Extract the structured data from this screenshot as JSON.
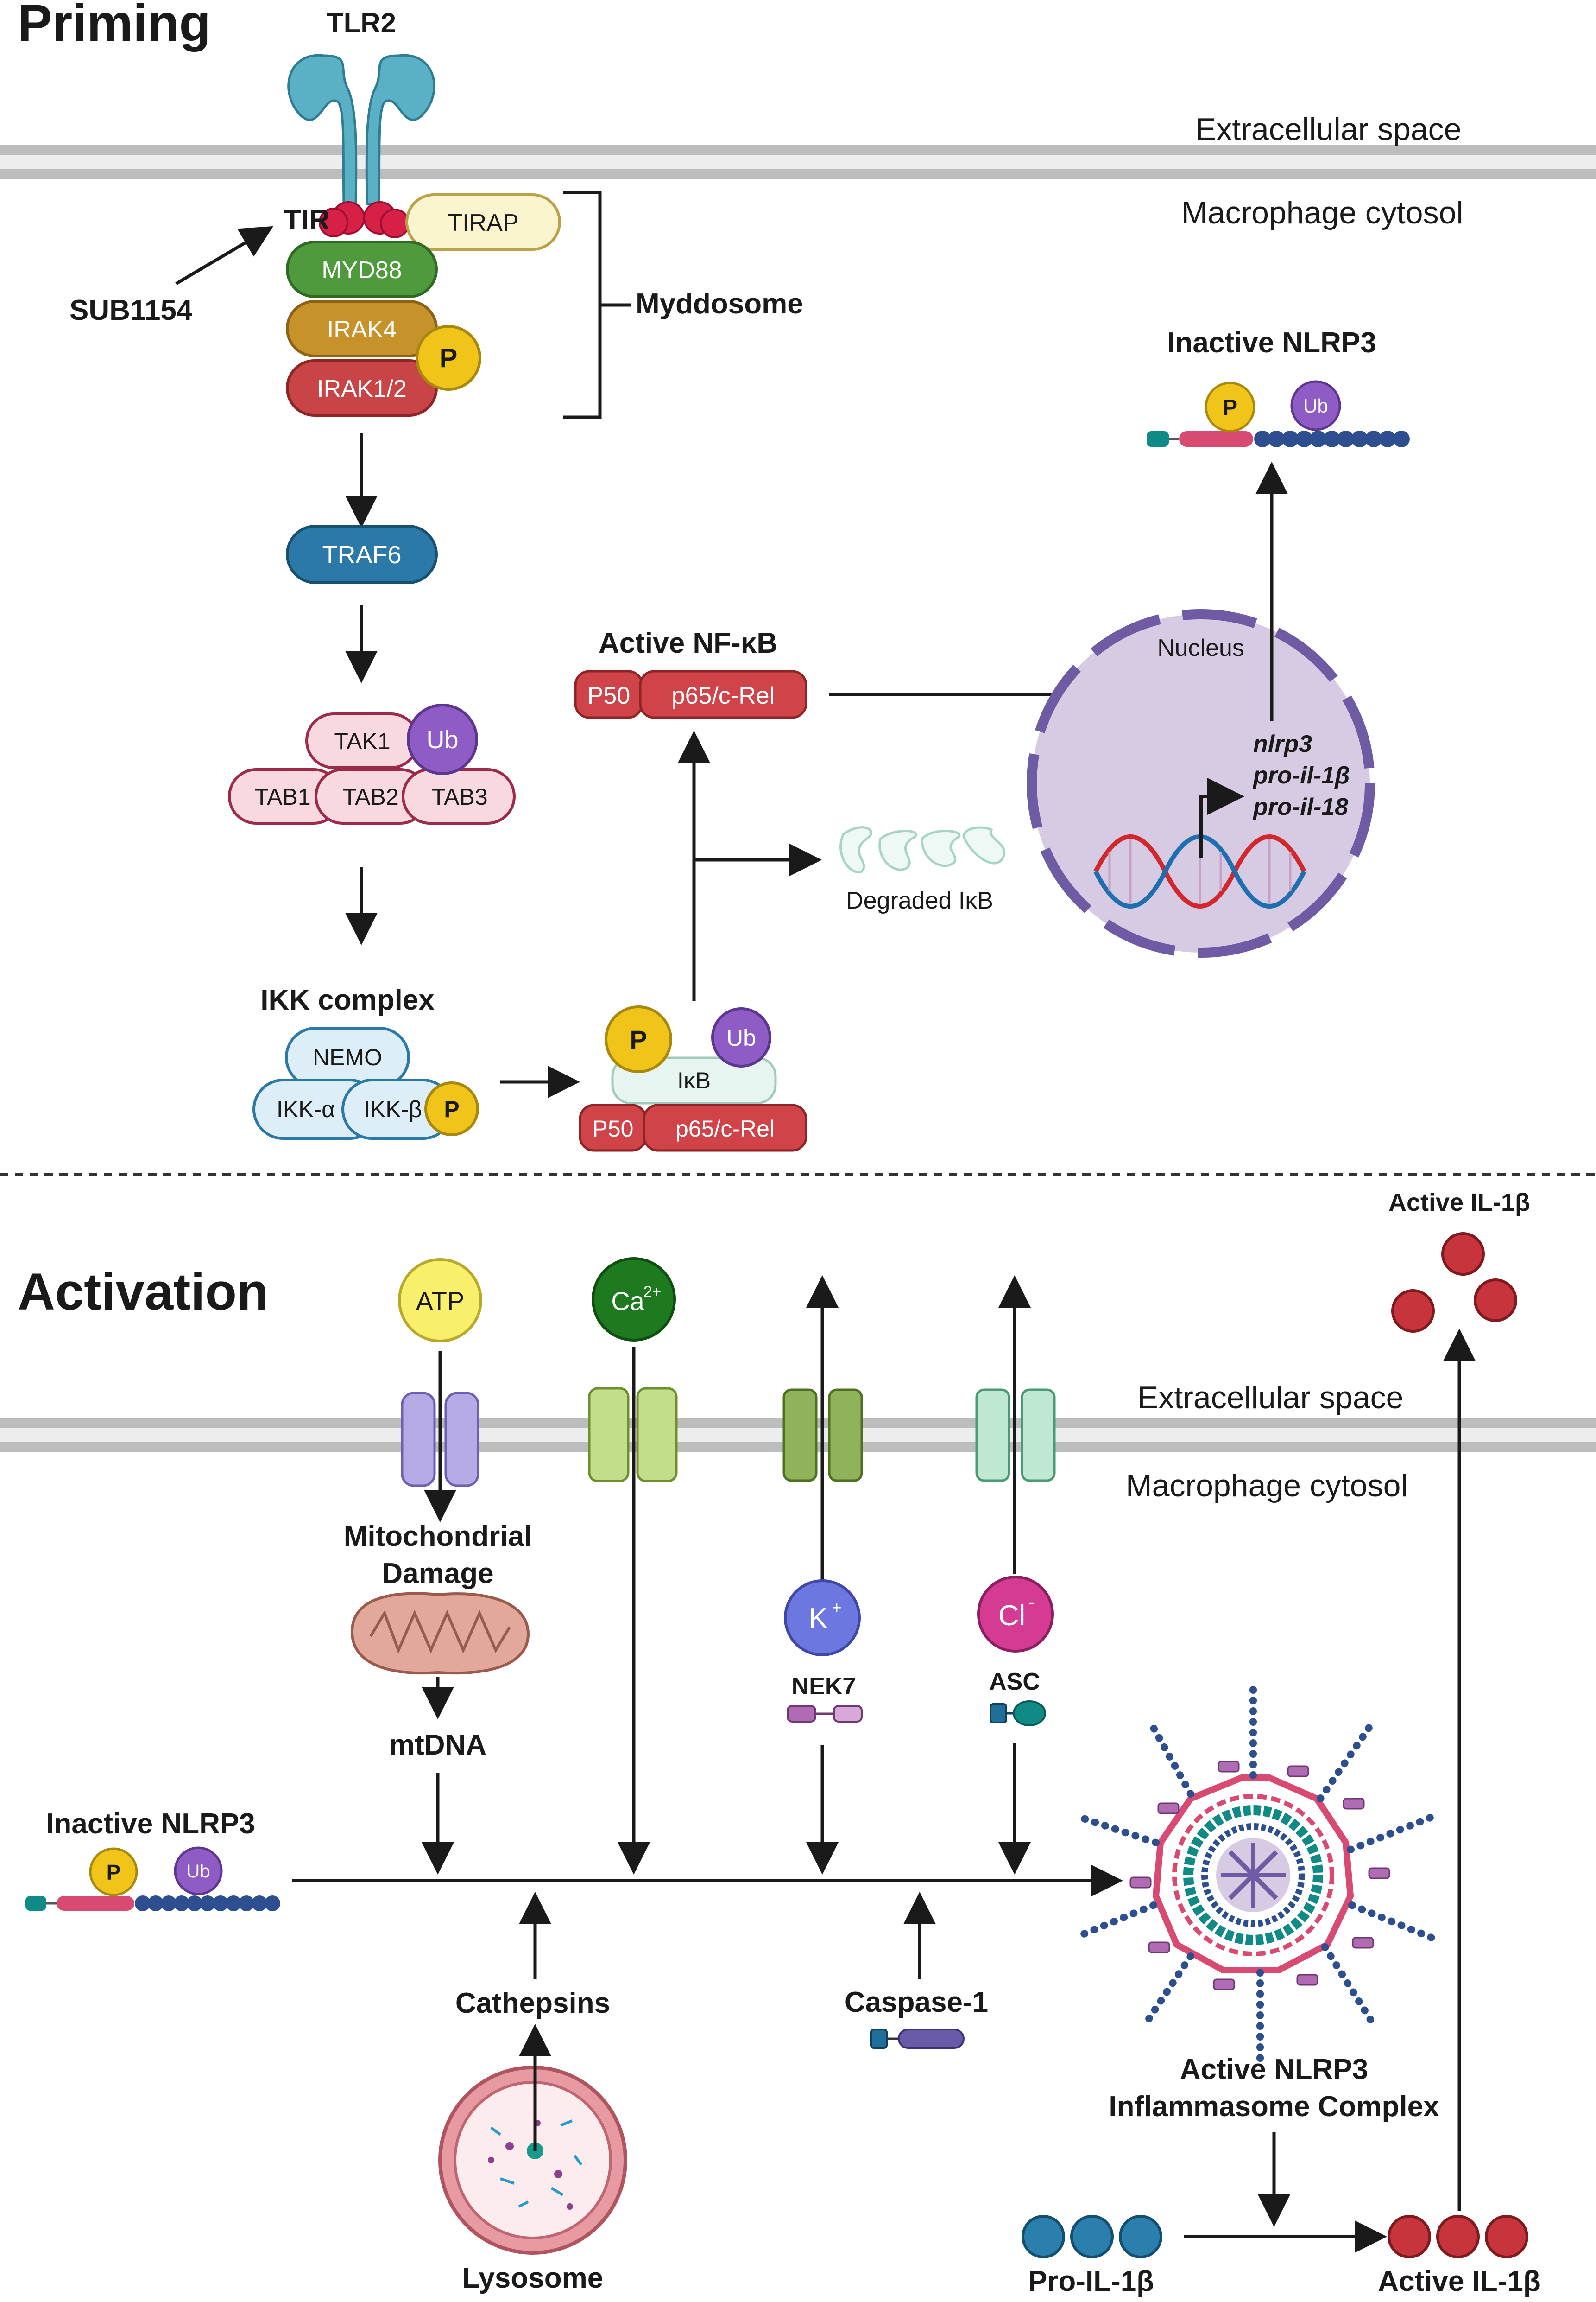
{
  "priming": {
    "title": "Priming",
    "receptor": "TLR2",
    "extracellular": "Extracellular space",
    "cytosol": "Macrophage cytosol",
    "tir": "TIR",
    "tirap": "TIRAP",
    "myd88": "MYD88",
    "irak4": "IRAK4",
    "irak12": "IRAK1/2",
    "p": "P",
    "myddosome": "Myddosome",
    "inhibitor": "SUB1154",
    "traf6": "TRAF6",
    "tak1": "TAK1",
    "ub": "Ub",
    "tab1": "TAB1",
    "tab2": "TAB2",
    "tab3": "TAB3",
    "ikk_title": "IKK complex",
    "nemo": "NEMO",
    "ikk_a": "IKK-α",
    "ikk_b": "IKK-β",
    "ikb": "IκB",
    "p50": "P50",
    "p65": "p65/c-Rel",
    "degraded": "Degraded IκB",
    "active_nfkb": "Active NF-κB",
    "nucleus": "Nucleus",
    "genes": [
      "nlrp3",
      "pro-il-1β",
      "pro-il-18"
    ],
    "inactive_nlrp3": "Inactive NLRP3"
  },
  "activation": {
    "title": "Activation",
    "extracellular": "Extracellular space",
    "cytosol": "Macrophage cytosol",
    "atp": "ATP",
    "ca": "Ca",
    "ca_sup": "2+",
    "k": "K",
    "k_sup": "+",
    "cl": "Cl",
    "cl_sup": "-",
    "mito_damage": [
      "Mitochondrial",
      "Damage"
    ],
    "mtdna": "mtDNA",
    "nek7": "NEK7",
    "asc": "ASC",
    "inactive_nlrp3": "Inactive NLRP3",
    "p": "P",
    "ub": "Ub",
    "cathepsins": "Cathepsins",
    "lysosome": "Lysosome",
    "caspase": "Caspase-1",
    "complex": [
      "Active NLRP3",
      "Inflammasome Complex"
    ],
    "pro_il": "Pro-IL-1β",
    "active_il": "Active IL-1β",
    "active_il_top": "Active IL-1β"
  },
  "colors": {
    "membrane": "#bdbdbd",
    "tlr": "#5ab1c6",
    "tir": "#d81f45",
    "myd88": "#4e9a3c",
    "irak4": "#c8922b",
    "irak12": "#c94446",
    "phospho": "#f0c419",
    "ub": "#8e5cc4",
    "traf6": "#2b79a8",
    "tab": "#f9d9e0",
    "nfkb": "#cf4349",
    "nucleus": "#d6cbe3",
    "il": "#c8343b",
    "proil": "#2a7fad"
  }
}
